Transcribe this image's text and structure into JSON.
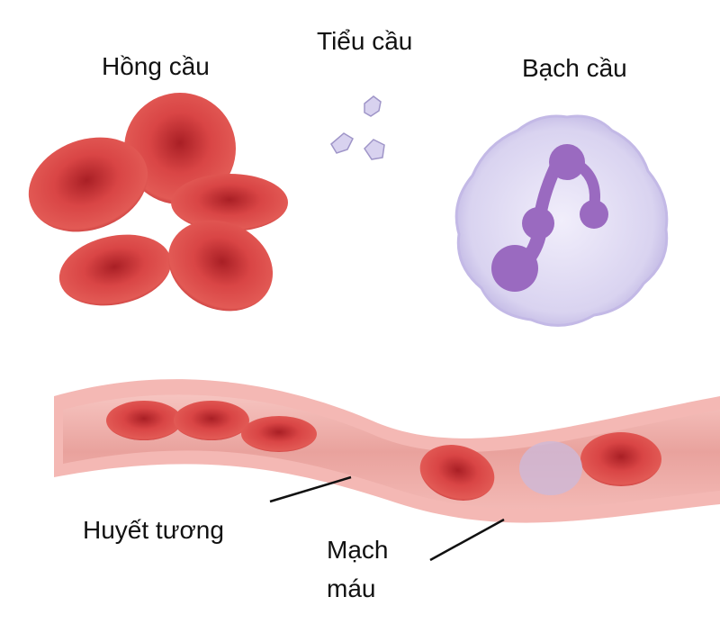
{
  "labels": {
    "red_blood_cells": "Hồng cầu",
    "platelets": "Tiểu cầu",
    "white_blood_cell": "Bạch cầu",
    "plasma": "Huyết tương",
    "blood_vessel_line1": "Mạch",
    "blood_vessel_line2": "máu"
  },
  "colors": {
    "red_cell": "#d23a3a",
    "white_cell": "#dcd6f2",
    "nucleus": "#9b6bc0",
    "vessel_wall": "#f2b3b0",
    "plasma": "#e8a19c"
  }
}
